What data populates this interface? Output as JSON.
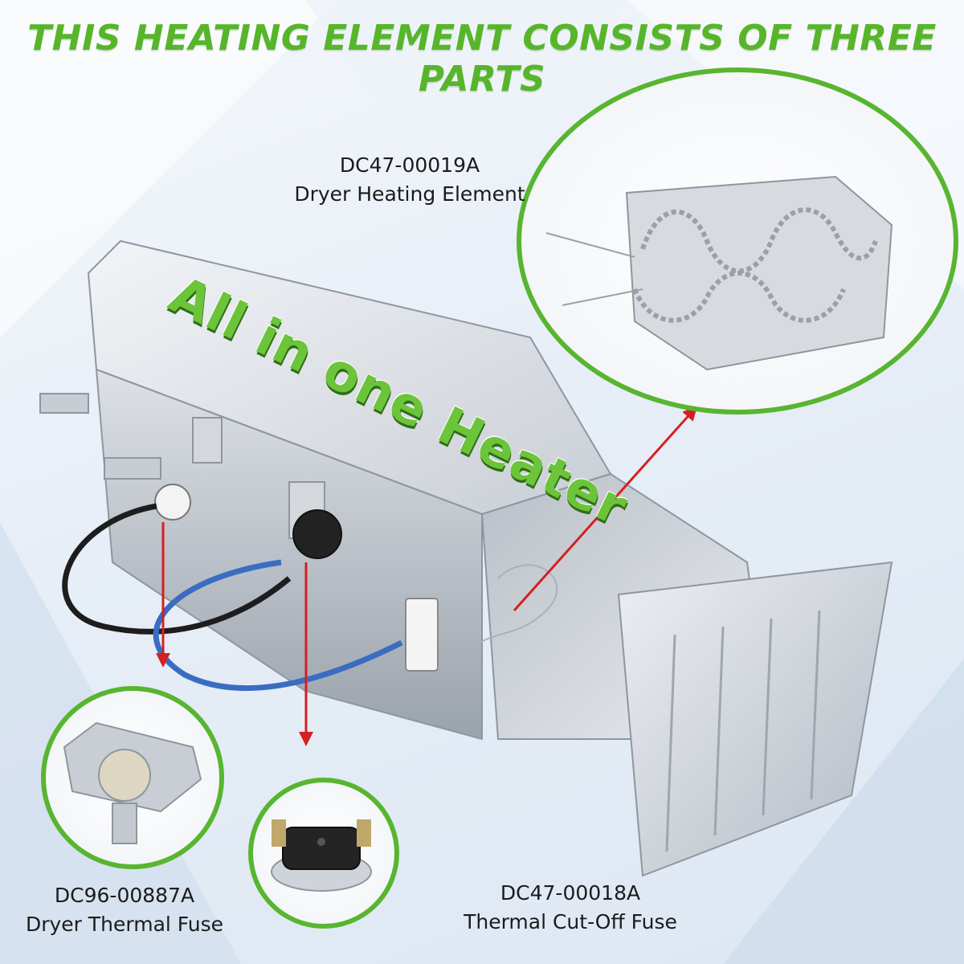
{
  "headline": "THIS HEATING ELEMENT CONSISTS OF THREE PARTS",
  "slogan": "All in one Heater",
  "parts": {
    "heating_element": {
      "code": "DC47-00019A",
      "name": "Dryer Heating Element"
    },
    "thermal_fuse": {
      "code": "DC96-00887A",
      "name": "Dryer Thermal Fuse"
    },
    "cutoff_fuse": {
      "code": "DC47-00018A",
      "name": "Thermal Cut-Off Fuse"
    }
  },
  "colors": {
    "brand_green": "#57b52a",
    "circle_border": "#58b530",
    "arrow_red": "#d42020",
    "metal_light": "#e6e9ee",
    "metal_dark": "#9aa2ab"
  },
  "icons": [
    "heating-coil-icon",
    "thermal-fuse-icon",
    "cutoff-fuse-icon"
  ]
}
